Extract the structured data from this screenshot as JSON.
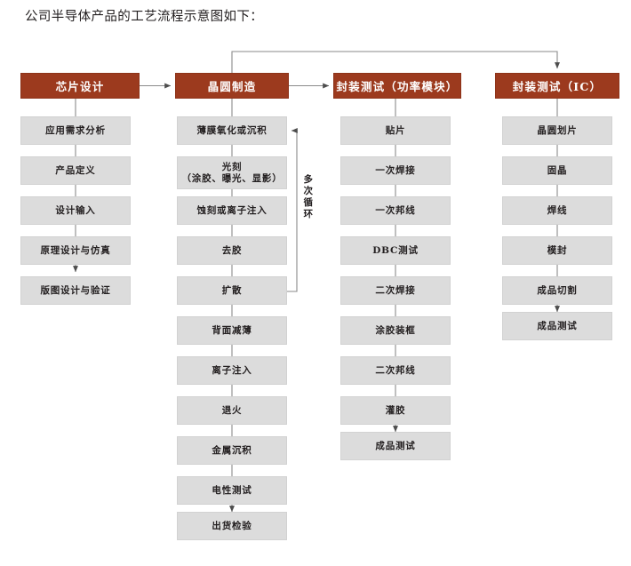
{
  "caption": "公司半导体产品的工艺流程示意图如下：",
  "colors": {
    "header_fill": "#9c3a1e",
    "header_text": "#ffffff",
    "step_fill": "#dcdcdc",
    "step_text": "#231f20",
    "connector": "#6f6f6f",
    "page_background": "#ffffff"
  },
  "loop_label": {
    "chars": [
      "多",
      "次",
      "循",
      "环"
    ],
    "text": "多次循环"
  },
  "columns": [
    {
      "id": "chip-design",
      "header": "芯片设计",
      "steps": [
        {
          "text": "应用需求分析"
        },
        {
          "text": "产品定义"
        },
        {
          "text": "设计输入"
        },
        {
          "text": "原理设计与仿真"
        },
        {
          "text": "版图设计与验证"
        }
      ]
    },
    {
      "id": "wafer-manufacturing",
      "header": "晶圆制造",
      "steps": [
        {
          "text": "薄膜氧化或沉积"
        },
        {
          "text": "光刻",
          "line2": "（涂胶、曝光、显影）"
        },
        {
          "text": "蚀刻或离子注入"
        },
        {
          "text": "去胶"
        },
        {
          "text": "扩散"
        },
        {
          "text": "背面减薄"
        },
        {
          "text": "离子注入"
        },
        {
          "text": "退火"
        },
        {
          "text": "金属沉积"
        },
        {
          "text": "电性测试"
        },
        {
          "text": "出货检验"
        }
      ]
    },
    {
      "id": "package-test-power-module",
      "header": "封装测试（功率模块）",
      "steps": [
        {
          "text": "贴片"
        },
        {
          "text": "一次焊接"
        },
        {
          "text": "一次邦线"
        },
        {
          "text": "DBC测试"
        },
        {
          "text": "二次焊接"
        },
        {
          "text": "涂胶装框"
        },
        {
          "text": "二次邦线"
        },
        {
          "text": "灌胶"
        },
        {
          "text": "成品测试"
        }
      ]
    },
    {
      "id": "package-test-ic",
      "header": "封装测试（IC）",
      "steps": [
        {
          "text": "晶圆划片"
        },
        {
          "text": "固晶"
        },
        {
          "text": "焊线"
        },
        {
          "text": "模封"
        },
        {
          "text": "成品切割"
        },
        {
          "text": "成品测试"
        }
      ]
    }
  ]
}
